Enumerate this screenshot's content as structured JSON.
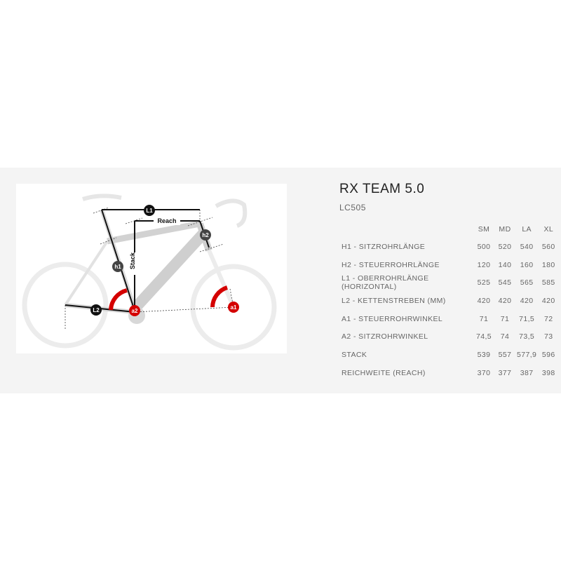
{
  "product": {
    "title": "RX TEAM 5.0",
    "code": "LC505"
  },
  "diagram": {
    "labels": {
      "l1": "L1",
      "l2": "L2",
      "h1": "h1",
      "h2": "h2",
      "a1": "a1",
      "a2": "a2",
      "reach": "Reach",
      "stack": "Stack"
    }
  },
  "table": {
    "sizes": [
      "SM",
      "MD",
      "LA",
      "XL"
    ],
    "rows": [
      {
        "label": "H1 - SITZROHRLÄNGE",
        "values": [
          "500",
          "520",
          "540",
          "560"
        ]
      },
      {
        "label": "H2 - STEUERROHRLÄNGE",
        "values": [
          "120",
          "140",
          "160",
          "180"
        ]
      },
      {
        "label": "L1 - OBERROHRLÄNGE (HORIZONTAL)",
        "values": [
          "525",
          "545",
          "565",
          "585"
        ]
      },
      {
        "label": "L2 - KETTENSTREBEN (MM)",
        "values": [
          "420",
          "420",
          "420",
          "420"
        ]
      },
      {
        "label": "A1 - STEUERROHRWINKEL",
        "values": [
          "71",
          "71",
          "71,5",
          "72"
        ]
      },
      {
        "label": "A2 - SITZROHRWINKEL",
        "values": [
          "74,5",
          "74",
          "73,5",
          "73"
        ]
      },
      {
        "label": "STACK",
        "values": [
          "539",
          "557",
          "577,9",
          "596"
        ]
      },
      {
        "label": "REICHWEITE (REACH)",
        "values": [
          "370",
          "377",
          "387",
          "398"
        ]
      }
    ]
  }
}
